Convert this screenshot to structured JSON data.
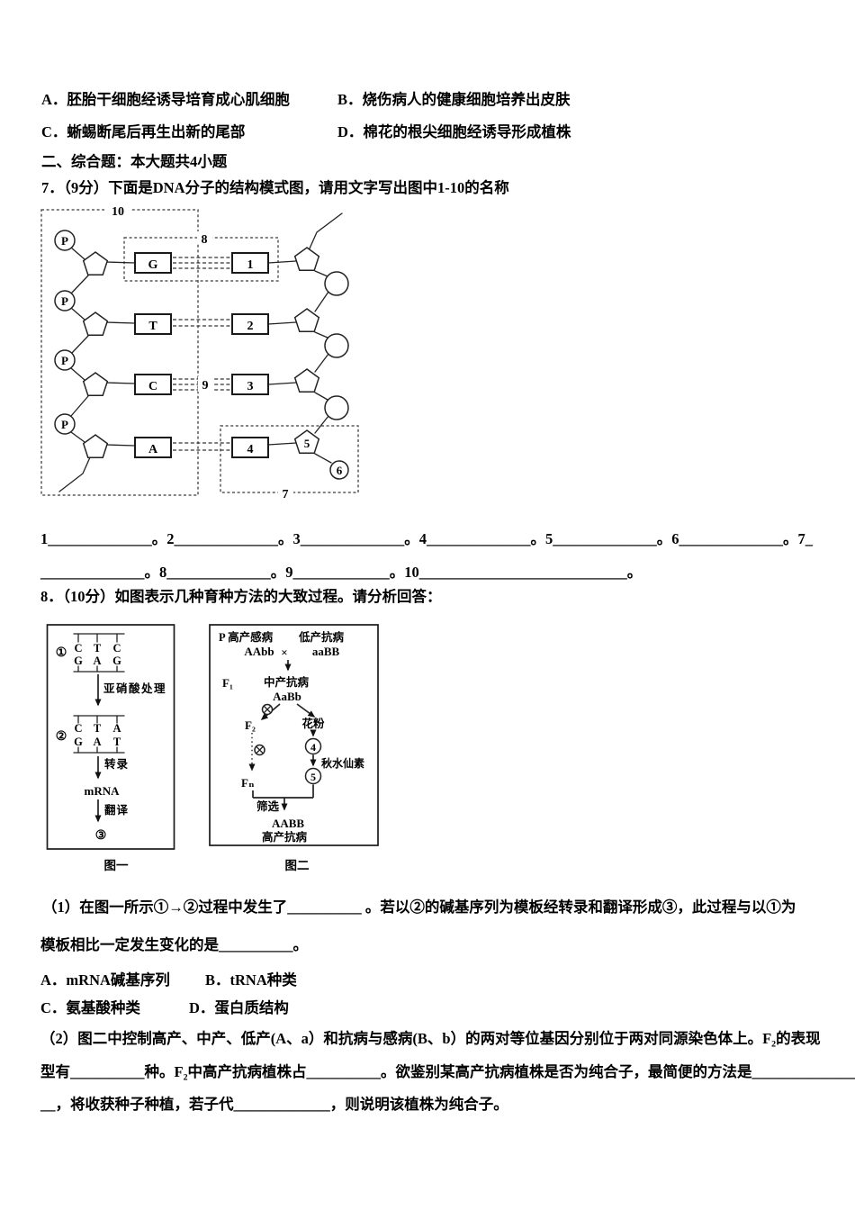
{
  "q6": {
    "option_a": "A．胚胎干细胞经诱导培育成心肌细胞",
    "option_b": "B．烧伤病人的健康细胞培养出皮肤",
    "option_c": "C．蜥蜴断尾后再生出新的尾部",
    "option_d": "D．棉花的根尖细胞经诱导形成植株"
  },
  "section2": {
    "header": "二、综合题：本大题共4小题"
  },
  "q7": {
    "stem": "7．（9分）下面是DNA分子的结构模式图，请用文字写出图中1-10的名称",
    "diagram": {
      "phosphate": "P",
      "bases_left": [
        "G",
        "T",
        "C",
        "A"
      ],
      "bases_right": [
        "1",
        "2",
        "3",
        "4"
      ],
      "label_5": "5",
      "label_6": "6",
      "label_7": "7",
      "label_8": "8",
      "label_9": "9",
      "label_10": "10"
    },
    "answers_line1": "1______________。2______________。3______________。4______________。5______________。6______________。7_",
    "answers_line2": "______________。8______________。9_____________。10____________________________。"
  },
  "q8": {
    "stem": "8．（10分）如图表示几种育种方法的大致过程。请分析回答：",
    "fig1": {
      "caption": "图一",
      "step1_label": "①",
      "step2_label": "②",
      "step3_label": "③",
      "dna1_top": [
        "C",
        "T",
        "C"
      ],
      "dna1_bottom": [
        "G",
        "A",
        "G"
      ],
      "dna2_top": [
        "C",
        "T",
        "A"
      ],
      "dna2_bottom": [
        "G",
        "A",
        "T"
      ],
      "treatment": "亚硝酸处理",
      "transcription": "转录",
      "mrna": "mRNA",
      "translation": "翻译"
    },
    "fig2": {
      "caption": "图二",
      "p_label": "P 高产感病",
      "p_right": "低产抗病",
      "p_geno_left": "AAbb",
      "cross": "×",
      "p_geno_right": "aaBB",
      "f1": "F₁",
      "f1_pheno": "中产抗病",
      "f1_geno": "AaBb",
      "f2": "F₂",
      "pollen": "花粉",
      "fn": "Fₙ",
      "step4": "4",
      "step5": "5",
      "colchicine": "秋水仙素",
      "screening": "筛选",
      "result_geno": "AABB",
      "result_pheno": "高产抗病"
    },
    "sub1_line1": "（1）在图一所示①→②过程中发生了__________ 。若以②的碱基序列为模板经转录和翻译形成③，此过程与以①为",
    "sub1_line2": "模板相比一定发生变化的是__________。",
    "sub1_option_a": "A．mRNA碱基序列",
    "sub1_option_b": "B．tRNA种类",
    "sub1_option_c": "C．氨基酸种类",
    "sub1_option_d": "D．蛋白质结构",
    "sub2_line1": "（2）图二中控制高产、中产、低产(A、a）和抗病与感病(B、b）的两对等位基因分别位于两对同源染色体上。F₂的表现",
    "sub2_line2": "型有__________种。F₂中高产抗病植株占__________。欲鉴别某高产抗病植株是否为纯合子，最简便的方法是______________",
    "sub2_line3": "__，将收获种子种植，若子代_____________，则说明该植株为纯合子。"
  }
}
